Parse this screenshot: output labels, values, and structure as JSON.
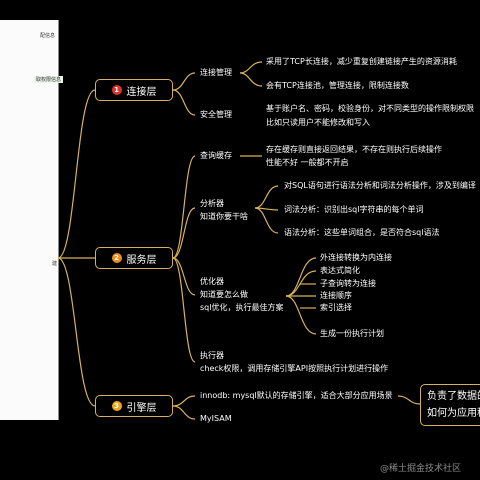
{
  "left_panel": {
    "snippets": [
      "配信息",
      "取权限信息",
      "建"
    ]
  },
  "layers": [
    {
      "number": "1",
      "label": "连接层",
      "color": "#e0312e"
    },
    {
      "number": "2",
      "label": "服务层",
      "color": "#f08c1c"
    },
    {
      "number": "3",
      "label": "引擎层",
      "color": "#f0a51c"
    }
  ],
  "connection": {
    "manage": {
      "title": "连接管理",
      "items": [
        "采用了TCP长连接，减少重复创建链接产生的资源消耗",
        "会有TCP连接池，管理连接，限制连接数"
      ]
    },
    "security": {
      "title": "安全管理",
      "desc": [
        "基于账户名、密码，校验身份，对不同类型的操作限制权限",
        "比如只读用户不能修改和写入"
      ]
    }
  },
  "service": {
    "cache": {
      "title": "查询缓存",
      "desc": [
        "存在缓存则直接返回结果，不存在则执行后续操作",
        "性能不好 一般都不开启"
      ]
    },
    "parser": {
      "title": [
        "分析器",
        "知道你要干啥"
      ],
      "items": [
        "对SQL语句进行语法分析和词法分析操作，涉及到编译",
        "词法分析：识别出sql字符串的每个单词",
        "语法分析：这些单词组合，是否符合sql语法"
      ]
    },
    "optimizer": {
      "title": [
        "优化器",
        "知道要怎么做",
        "sql优化，执行最佳方案"
      ],
      "items": [
        "外连接转换为内连接",
        "表达式简化",
        "子查询转为连接",
        "连接顺序",
        "索引选择",
        "生成一份执行计划"
      ]
    },
    "executor": {
      "title": "执行器",
      "desc": "check权限，调用存储引擎API按照执行计划进行操作"
    }
  },
  "engine": {
    "items": [
      "innodb: mysql默认的存储引擎，适合大部分应用场景",
      "MyISAM"
    ],
    "callout": [
      "负责了数据的",
      "如何为应用程"
    ]
  },
  "watermark": "@稀土掘金技术社区",
  "colors": {
    "line": "#d6b25d",
    "background": "#000000",
    "text": "#ffffff"
  }
}
